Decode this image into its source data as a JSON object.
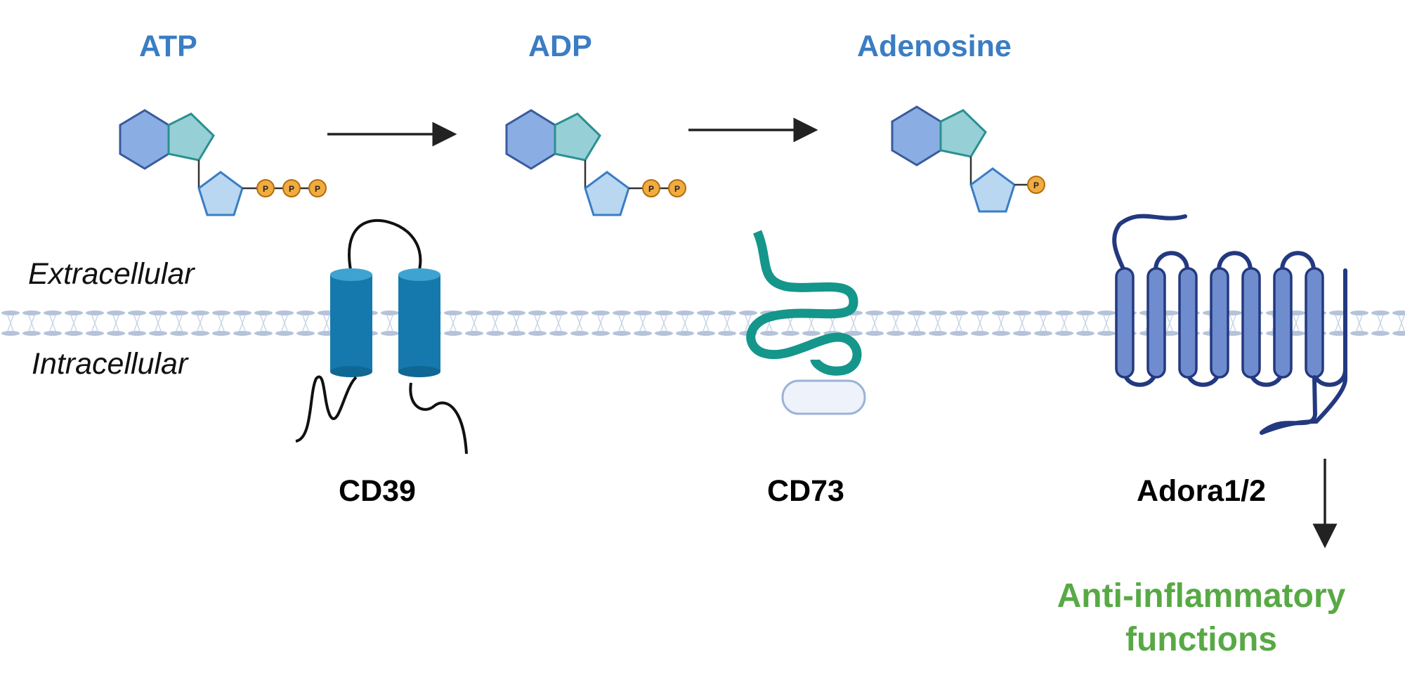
{
  "molecules": {
    "atp": "ATP",
    "adp": "ADP",
    "adenosine": "Adenosine",
    "phosphate_label": "P"
  },
  "compartments": {
    "extracellular": "Extracellular",
    "intracellular": "Intracellular"
  },
  "proteins": {
    "cd39": "CD39",
    "cd73": "CD73",
    "adora": "Adora1/2"
  },
  "outcome": {
    "line1": "Anti-inflammatory",
    "line2": "functions"
  },
  "colors": {
    "molecule_label": "#3a7dc4",
    "outcome": "#58a945",
    "hexagon_fill": "#8aaee3",
    "hexagon_stroke": "#3a5a9c",
    "pentagon_fill": "#97cfd6",
    "pentagon_stroke": "#2a9090",
    "ribose_fill": "#b9d7f1",
    "ribose_stroke": "#3a7dc4",
    "phosphate_fill": "#f0ac40",
    "phosphate_stroke": "#b36d0a",
    "membrane": "#b4c3d9",
    "cd39": "#1679ad",
    "cd73": "#14968b",
    "cd73_domain": "#edf2fb",
    "adora_fill": "#6f8cce",
    "adora_stroke": "#23397f"
  }
}
